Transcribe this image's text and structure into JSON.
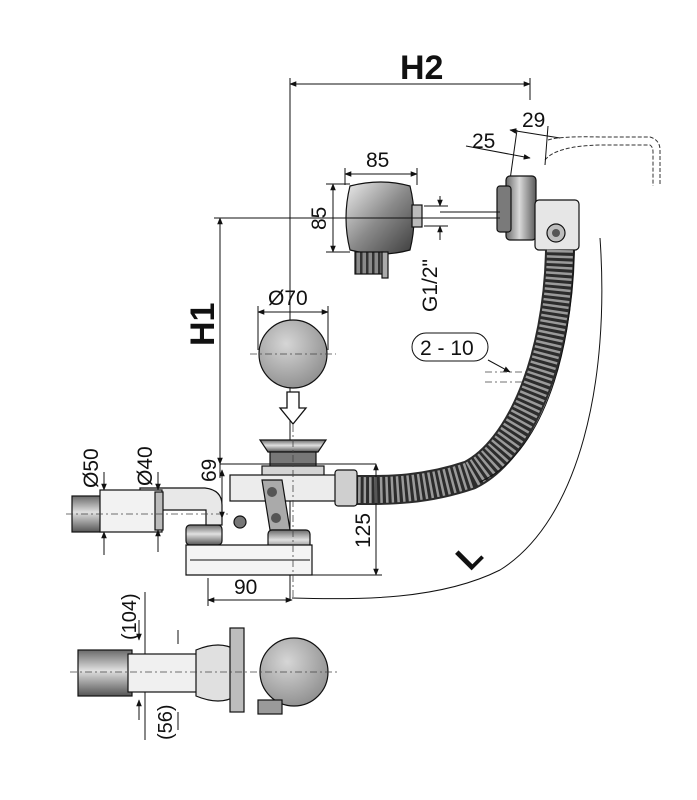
{
  "labels": {
    "h2": "H2",
    "h1": "H1",
    "l": "L",
    "d85_width": "85",
    "d85_height": "85",
    "d25": "25",
    "d29": "29",
    "g_thread": "G1/2\"",
    "d70": "Ø70",
    "range_2_10": "2 - 10",
    "d50": "Ø50",
    "d40": "Ø40",
    "d69": "69",
    "d125": "125",
    "d90": "90",
    "d104": "(104)",
    "d56": "(56)"
  },
  "colors": {
    "line": "#111111",
    "metal_dark": "#5c5c5c",
    "metal_mid": "#9a9a9a",
    "metal_light": "#d8d8d8",
    "disc": "#b8b8b8",
    "hose": "#555555"
  }
}
